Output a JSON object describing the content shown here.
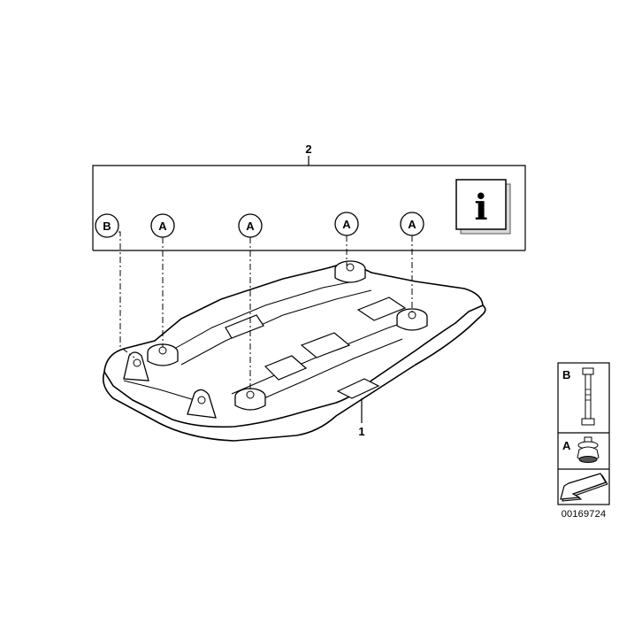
{
  "diagram": {
    "callouts": {
      "part_1": "1",
      "part_2": "2",
      "circle_b": "B",
      "circle_a1": "A",
      "circle_a2": "A",
      "circle_a3": "A",
      "circle_a4": "A"
    },
    "info_icon_glyph": "i",
    "legend": {
      "b_label": "B",
      "a_label": "A"
    },
    "reference_code": "00169724"
  }
}
